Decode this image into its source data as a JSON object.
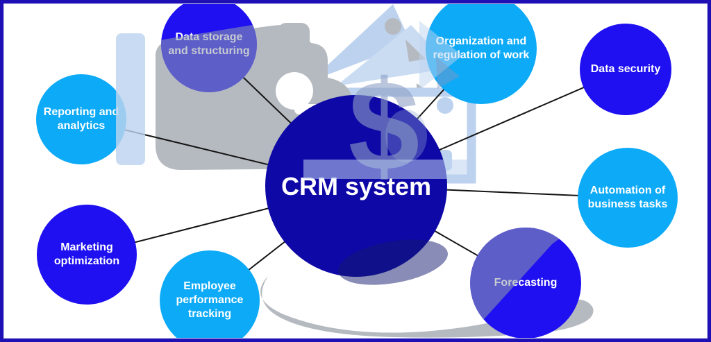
{
  "diagram": {
    "title": "CRM system",
    "center": {
      "label": "CRM system"
    },
    "nodes": [
      {
        "id": "data-storage",
        "label": "Data storage and structuring",
        "variant": "dark"
      },
      {
        "id": "organization",
        "label": "Organization and regulation of work",
        "variant": "light"
      },
      {
        "id": "data-security",
        "label": "Data security",
        "variant": "dark"
      },
      {
        "id": "automation",
        "label": "Automation of business tasks",
        "variant": "light"
      },
      {
        "id": "forecasting",
        "label": "Forecasting",
        "variant": "dark"
      },
      {
        "id": "employee",
        "label": "Employee performance tracking",
        "variant": "light"
      },
      {
        "id": "marketing",
        "label": "Marketing optimization",
        "variant": "dark"
      },
      {
        "id": "reporting",
        "label": "Reporting and analytics",
        "variant": "light"
      }
    ],
    "watermark": {
      "dollar_sign": "$"
    },
    "colors": {
      "center_circle": "#0e08a6",
      "dark_circle": "#1e10f0",
      "light_circle": "#0daaf7",
      "border": "#1f10b5",
      "connector_line": "#141414",
      "hand_gray": "#b5bac0",
      "pale_blue": "#bdd2ee"
    }
  }
}
